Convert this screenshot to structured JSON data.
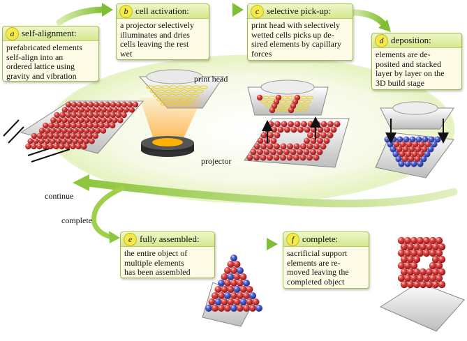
{
  "steps": [
    {
      "letter": "a",
      "title": "self-alignment:",
      "lines": [
        "prefabricated elements",
        "self-align into an",
        "ordered lattice using",
        "gravity and vibration"
      ]
    },
    {
      "letter": "b",
      "title": "cell activation:",
      "lines": [
        "a projector selectively",
        "illuminates and dries",
        "cells leaving the rest",
        "wet"
      ]
    },
    {
      "letter": "c",
      "title": "selective pick-up:",
      "lines": [
        "print head with selectively",
        "wetted cells picks up de-",
        "sired elements by capillary",
        "forces"
      ]
    },
    {
      "letter": "d",
      "title": "deposition:",
      "lines": [
        "elements are de-",
        "posited and stacked",
        "layer by layer on the",
        "3D build stage"
      ]
    },
    {
      "letter": "e",
      "title": "fully assembled:",
      "lines": [
        "the entire object of",
        "multiple elements",
        "has been assembled"
      ]
    },
    {
      "letter": "f",
      "title": "complete:",
      "lines": [
        "sacrificial support",
        "elements are re-",
        "moved leaving the",
        "completed object"
      ]
    }
  ],
  "labels": {
    "print_head": "print head",
    "projector": "projector",
    "continue": "continue",
    "complete": "complete"
  },
  "colors": {
    "box_border": "#9fbf4a",
    "box_header": "#d5e88f",
    "badge": "#f6e94a",
    "arrow_green": "#8ec63f",
    "element_red": "#d9383a",
    "element_blue": "#4a5fd0",
    "stage_gray": "#d9d9d9",
    "glow": "#eef7cf"
  }
}
